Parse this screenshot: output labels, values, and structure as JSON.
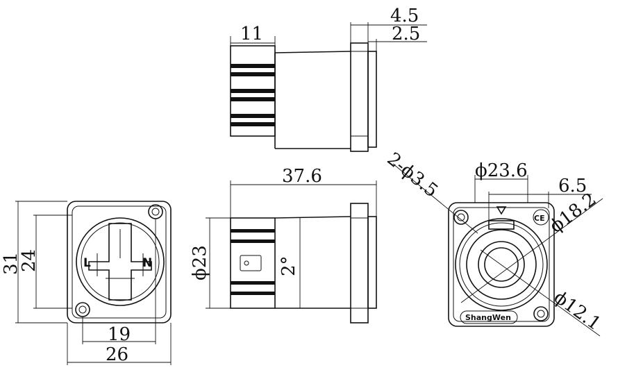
{
  "dimensions": {
    "top_11": "11",
    "top_4_5": "4.5",
    "top_2_5": "2.5",
    "side_37_6": "37.6",
    "side_phi23": "ϕ23",
    "side_2deg": "2°",
    "front_31": "31",
    "front_24": "24",
    "front_19": "19",
    "front_26": "26",
    "rear_phi23_6": "ϕ23.6",
    "rear_6_5": "6.5",
    "rear_holes": "2-ϕ3.5",
    "rear_phi18_2": "ϕ18.2",
    "rear_phi12_1": "ϕ12.1"
  },
  "pins": {
    "left": "L",
    "right": "N"
  },
  "brand": "ShangWen",
  "marks": {
    "ce": "CE",
    "triangle": "▽"
  }
}
